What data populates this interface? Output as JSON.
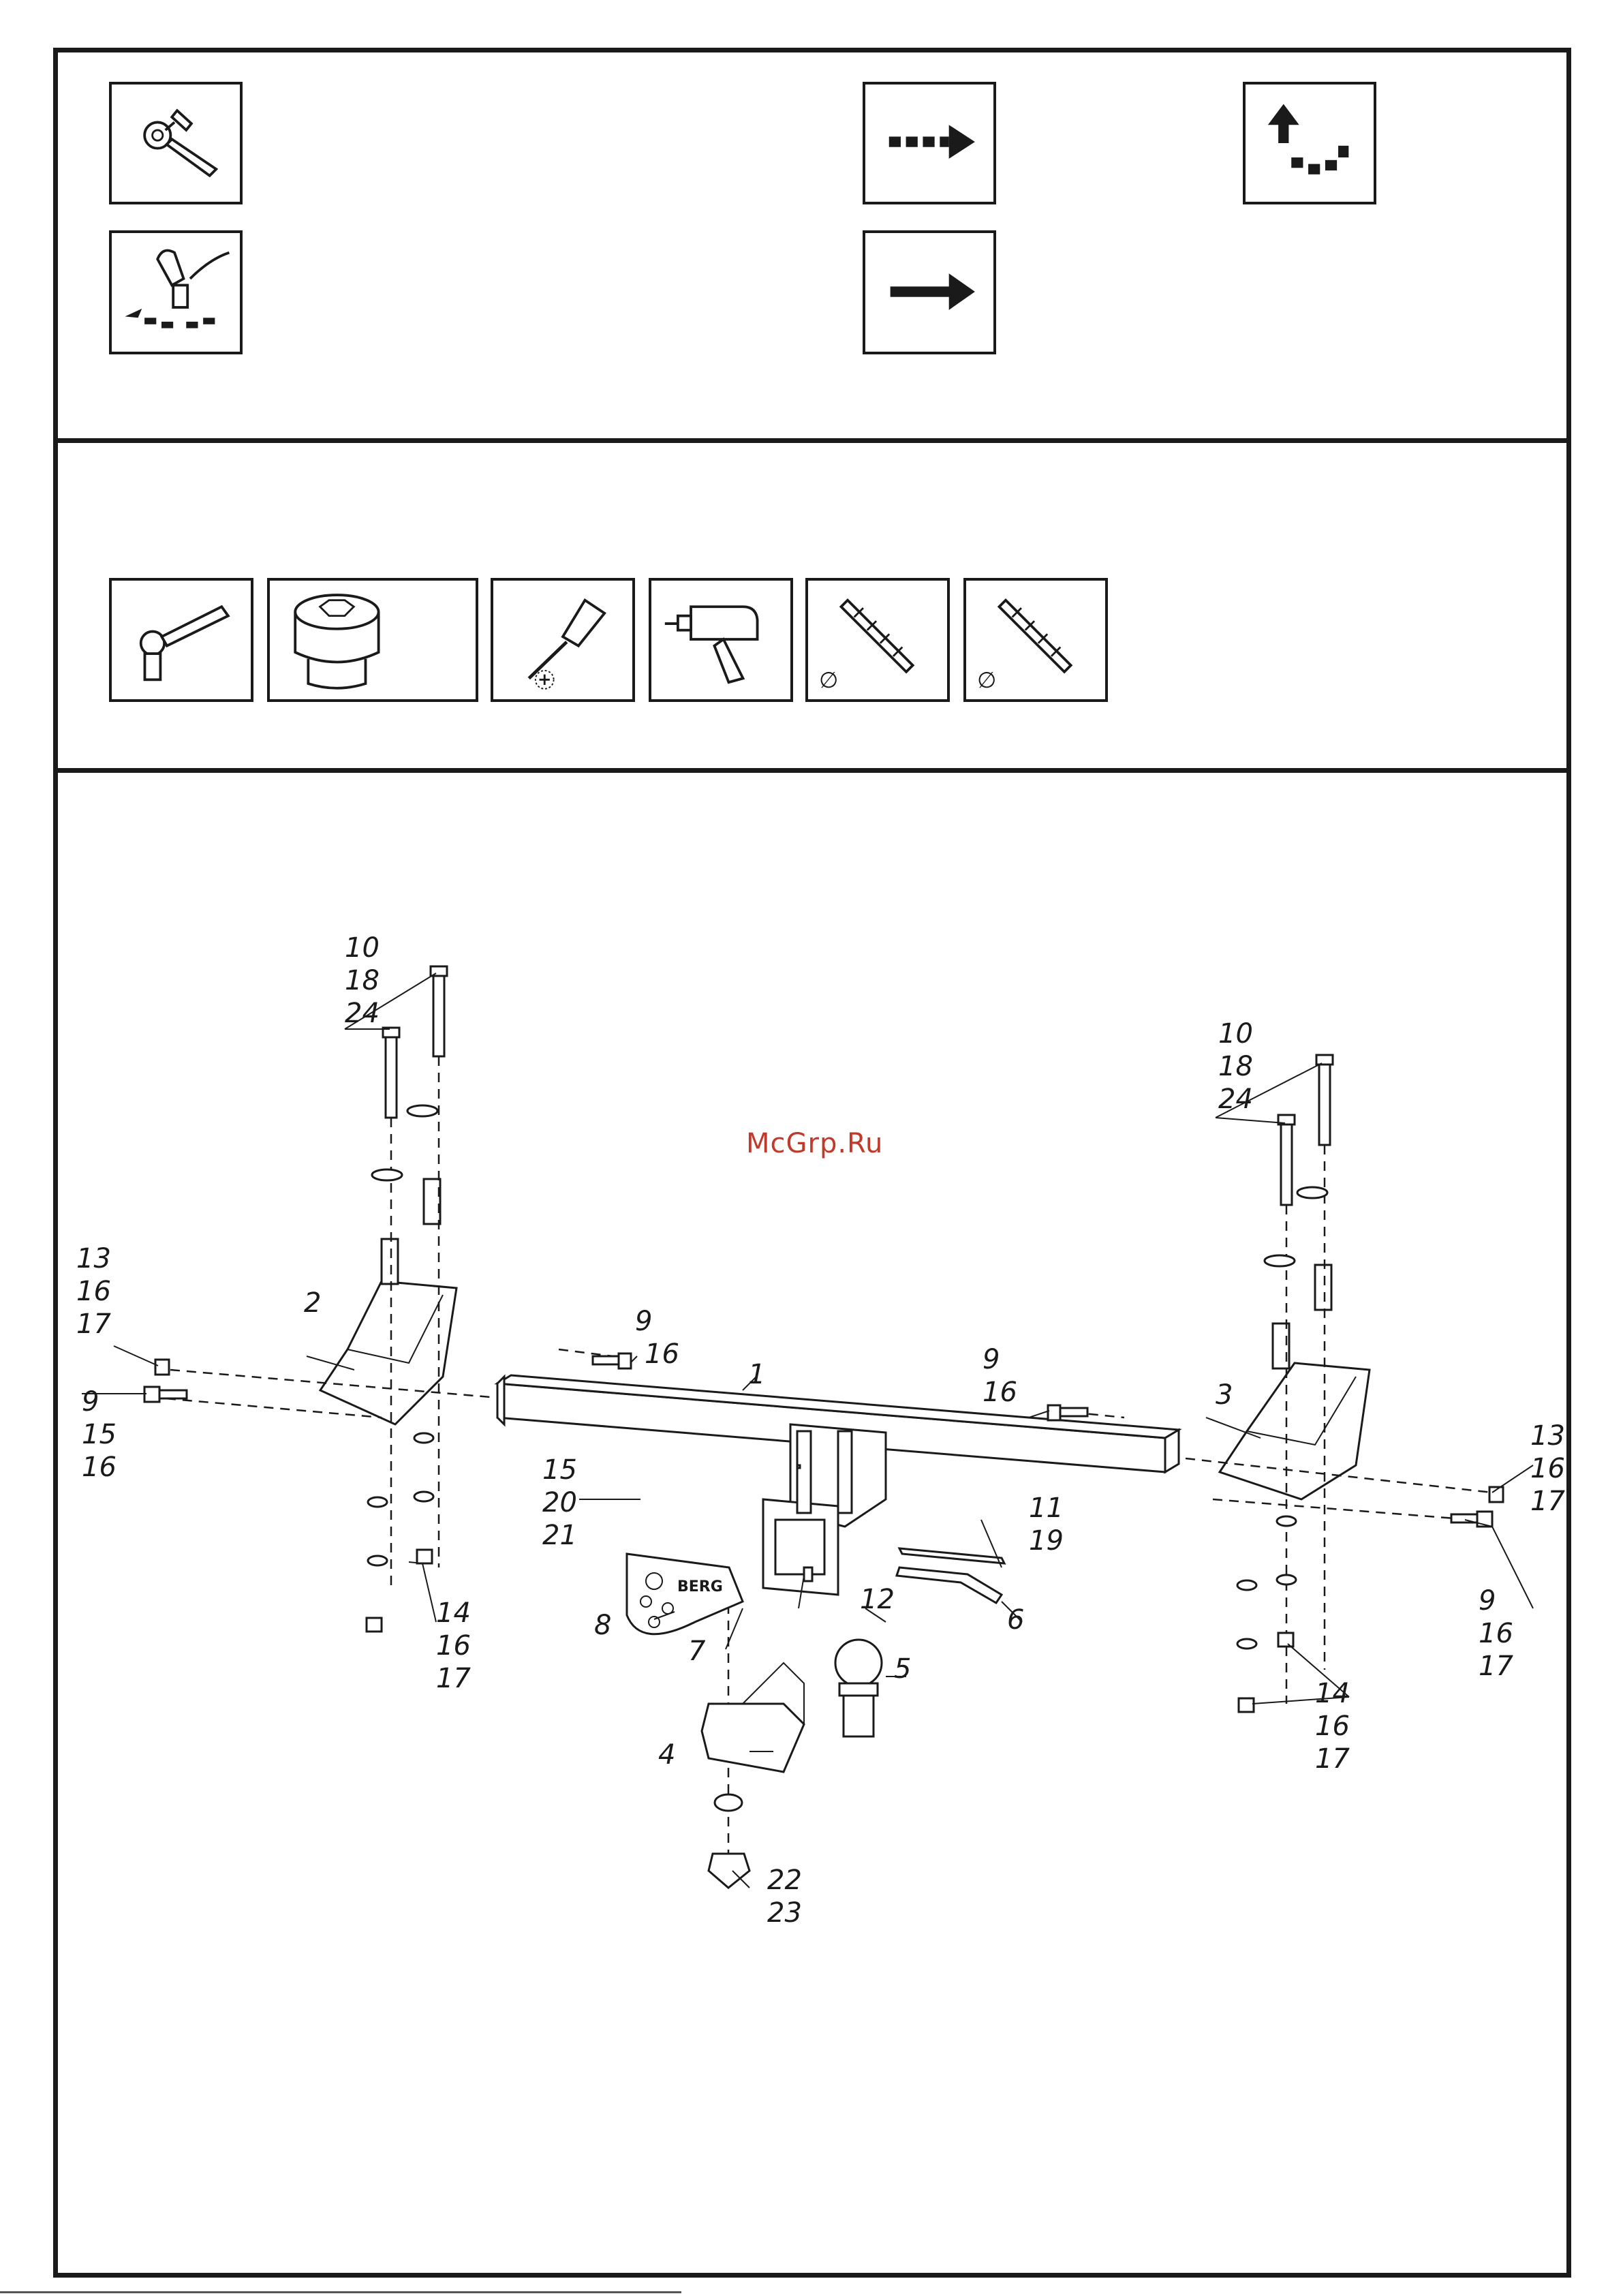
{
  "watermark": "McGrp.Ru",
  "icons": {
    "top": [
      "ratchet-wrench-icon",
      "hand-tighten-icon",
      "dotted-arrow-icon",
      "solid-arrow-icon",
      "rotate-back-icon"
    ],
    "tools": [
      "ratchet-icon",
      "socket-icon",
      "screwdriver-icon",
      "drill-icon",
      "drill-bit-icon",
      "drill-bit-icon"
    ]
  },
  "tools_text": {
    "diameter_1": "∅",
    "diameter_2": "∅"
  },
  "callouts": [
    {
      "id": "c1",
      "lines": [
        "1"
      ]
    },
    {
      "id": "c2",
      "lines": [
        "2"
      ]
    },
    {
      "id": "c3",
      "lines": [
        "3"
      ]
    },
    {
      "id": "c4",
      "lines": [
        "4"
      ]
    },
    {
      "id": "c5",
      "lines": [
        "5"
      ]
    },
    {
      "id": "c6",
      "lines": [
        "6"
      ]
    },
    {
      "id": "c7",
      "lines": [
        "7"
      ]
    },
    {
      "id": "c8",
      "lines": [
        "8"
      ]
    },
    {
      "id": "c9a",
      "lines": [
        "9",
        "16"
      ]
    },
    {
      "id": "c9b",
      "lines": [
        "9",
        "16"
      ]
    },
    {
      "id": "c9c",
      "lines": [
        "9",
        "15",
        "16"
      ]
    },
    {
      "id": "c9d",
      "lines": [
        "9",
        "16",
        "17"
      ]
    },
    {
      "id": "c10a",
      "lines": [
        "10",
        "18",
        "24"
      ]
    },
    {
      "id": "c10b",
      "lines": [
        "10",
        "18",
        "24"
      ]
    },
    {
      "id": "c11",
      "lines": [
        "11",
        "19"
      ]
    },
    {
      "id": "c12",
      "lines": [
        "12"
      ]
    },
    {
      "id": "c13a",
      "lines": [
        "13",
        "16",
        "17"
      ]
    },
    {
      "id": "c13b",
      "lines": [
        "13",
        "16",
        "17"
      ]
    },
    {
      "id": "c14a",
      "lines": [
        "14",
        "16",
        "17"
      ]
    },
    {
      "id": "c14b",
      "lines": [
        "14",
        "16",
        "17"
      ]
    },
    {
      "id": "c15",
      "lines": [
        "15",
        "20",
        "21"
      ]
    },
    {
      "id": "c22",
      "lines": [
        "22",
        "23"
      ]
    }
  ],
  "socket_brand": "BERG"
}
